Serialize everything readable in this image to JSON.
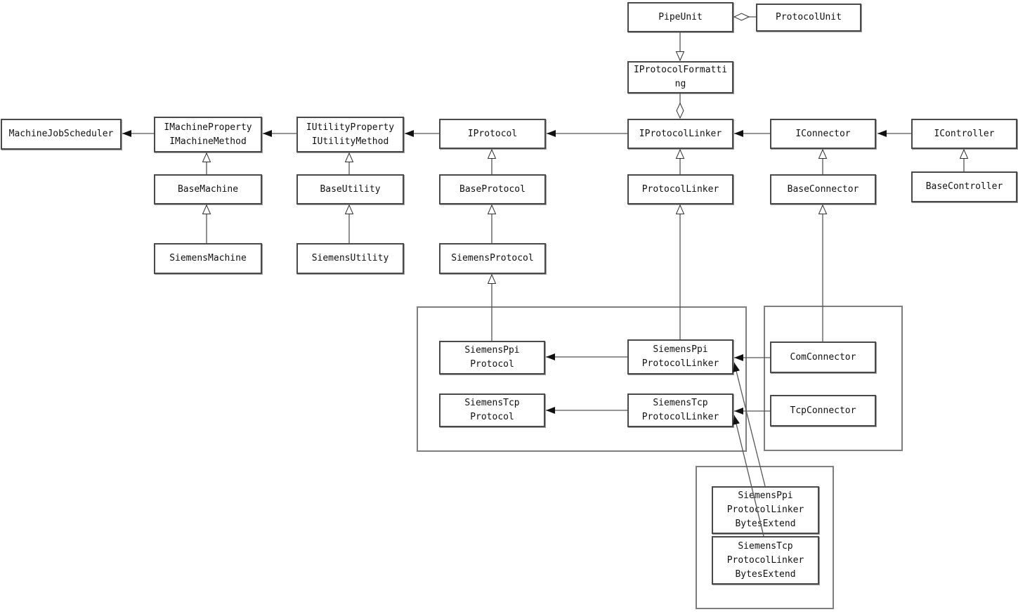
{
  "style": {
    "background": "#ffffff",
    "line_color": "#555555",
    "box_border_color": "#4a4a4a",
    "container_border_color": "#7e7e7e",
    "text_color": "#111111"
  },
  "nodes": {
    "machine_job_scheduler": "MachineJobScheduler",
    "pipe_unit": "PipeUnit",
    "protocol_unit": "ProtocolUnit",
    "iprotocol_formatting": "IProtocolFormatti\nng",
    "imachine_property_method": "IMachineProperty\nIMachineMethod",
    "iutility_property_method": "IUtilityProperty\nIUtilityMethod",
    "iprotocol": "IProtocol",
    "iprotocol_linker": "IProtocolLinker",
    "iconnector": "IConnector",
    "icontroller": "IController",
    "base_machine": "BaseMachine",
    "base_utility": "BaseUtility",
    "base_protocol": "BaseProtocol",
    "protocol_linker": "ProtocolLinker",
    "base_connector": "BaseConnector",
    "base_controller": "BaseController",
    "siemens_machine": "SiemensMachine",
    "siemens_utility": "SiemensUtility",
    "siemens_protocol": "SiemensProtocol",
    "siemens_ppi_protocol": "SiemensPpi\nProtocol",
    "siemens_ppi_protocol_linker": "SiemensPpi\nProtocolLinker",
    "siemens_tcp_protocol": "SiemensTcp\nProtocol",
    "siemens_tcp_protocol_linker": "SiemensTcp\nProtocolLinker",
    "com_connector": "ComConnector",
    "tcp_connector": "TcpConnector",
    "siemens_ppi_protocol_linker_bytes_extend": "SiemensPpi\nProtocolLinker\nBytesExtend",
    "siemens_tcp_protocol_linker_bytes_extend": "SiemensTcp\nProtocolLinker\nBytesExtend"
  },
  "edges": [
    {
      "from": "ProtocolUnit",
      "to": "PipeUnit",
      "relation": "aggregation"
    },
    {
      "from": "PipeUnit",
      "to": "IProtocolFormatting",
      "relation": "generalization"
    },
    {
      "from": "IProtocolFormatting",
      "to": "IProtocolLinker",
      "relation": "aggregation"
    },
    {
      "from": "IMachineProperty IMachineMethod",
      "to": "MachineJobScheduler",
      "relation": "association"
    },
    {
      "from": "IUtilityProperty IUtilityMethod",
      "to": "IMachineProperty IMachineMethod",
      "relation": "association"
    },
    {
      "from": "IProtocol",
      "to": "IUtilityProperty IUtilityMethod",
      "relation": "association"
    },
    {
      "from": "IProtocolLinker",
      "to": "IProtocol",
      "relation": "association"
    },
    {
      "from": "IConnector",
      "to": "IProtocolLinker",
      "relation": "association"
    },
    {
      "from": "IController",
      "to": "IConnector",
      "relation": "association"
    },
    {
      "from": "BaseMachine",
      "to": "IMachineProperty IMachineMethod",
      "relation": "generalization"
    },
    {
      "from": "SiemensMachine",
      "to": "BaseMachine",
      "relation": "generalization"
    },
    {
      "from": "BaseUtility",
      "to": "IUtilityProperty IUtilityMethod",
      "relation": "generalization"
    },
    {
      "from": "SiemensUtility",
      "to": "BaseUtility",
      "relation": "generalization"
    },
    {
      "from": "BaseProtocol",
      "to": "IProtocol",
      "relation": "generalization"
    },
    {
      "from": "SiemensProtocol",
      "to": "BaseProtocol",
      "relation": "generalization"
    },
    {
      "from": "SiemensPpiProtocol",
      "to": "SiemensProtocol",
      "relation": "generalization"
    },
    {
      "from": "ProtocolLinker",
      "to": "IProtocolLinker",
      "relation": "generalization"
    },
    {
      "from": "SiemensPpiProtocolLinker",
      "to": "ProtocolLinker",
      "relation": "generalization"
    },
    {
      "from": "BaseConnector",
      "to": "IConnector",
      "relation": "generalization"
    },
    {
      "from": "ComConnector",
      "to": "BaseConnector",
      "relation": "generalization"
    },
    {
      "from": "BaseController",
      "to": "IController",
      "relation": "generalization"
    },
    {
      "from": "SiemensPpiProtocolLinker",
      "to": "SiemensPpiProtocol",
      "relation": "association"
    },
    {
      "from": "SiemensTcpProtocolLinker",
      "to": "SiemensTcpProtocol",
      "relation": "association"
    },
    {
      "from": "ComConnector",
      "to": "SiemensPpiProtocolLinker",
      "relation": "association"
    },
    {
      "from": "TcpConnector",
      "to": "SiemensTcpProtocolLinker",
      "relation": "association"
    },
    {
      "from": "SiemensPpiProtocolLinkerBytesExtend",
      "to": "SiemensPpiProtocolLinker",
      "relation": "association"
    },
    {
      "from": "SiemensTcpProtocolLinkerBytesExtend",
      "to": "SiemensTcpProtocolLinker",
      "relation": "association"
    }
  ]
}
